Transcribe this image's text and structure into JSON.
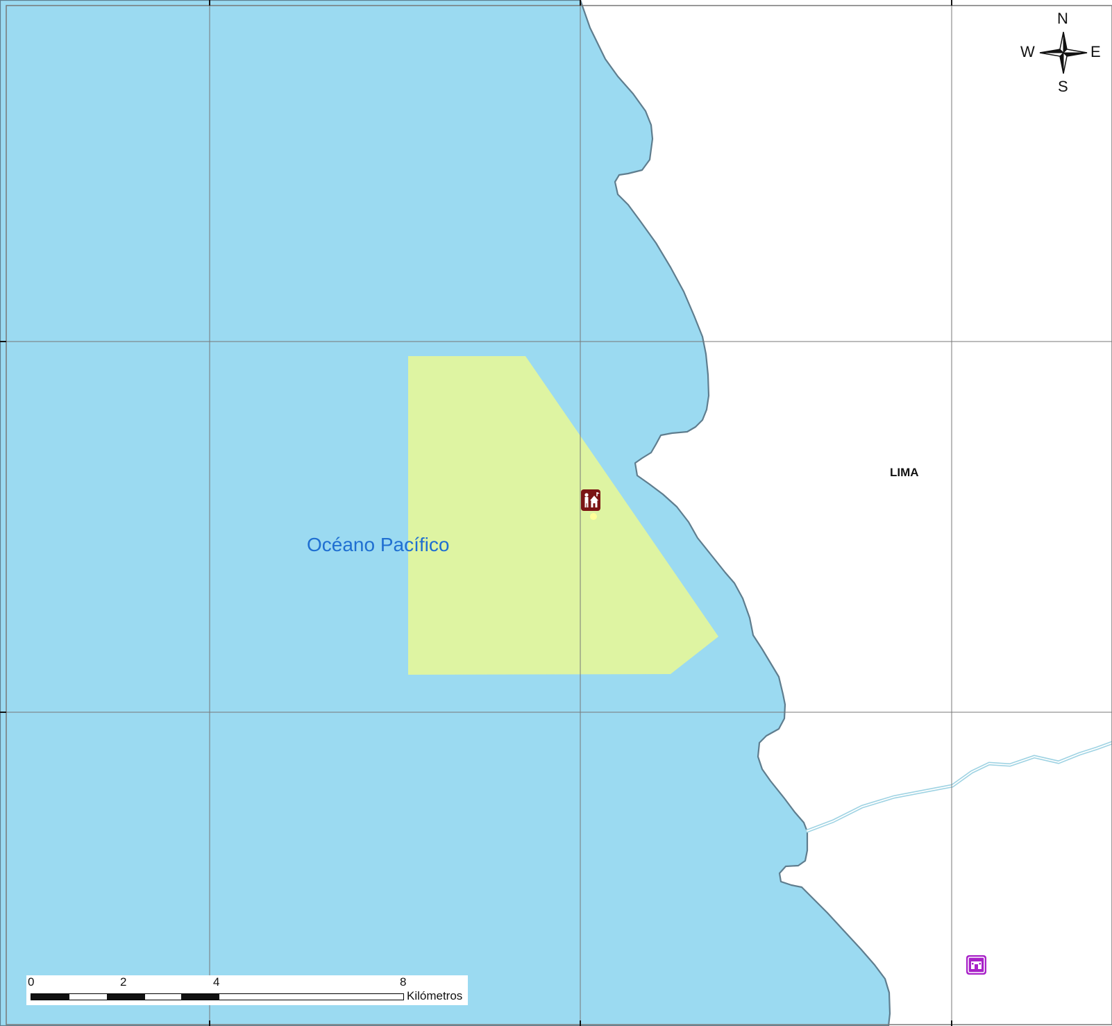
{
  "map": {
    "labels": {
      "ocean": "Océano Pacífico",
      "city": "LIMA"
    },
    "compass": {
      "north": "N",
      "south": "S",
      "east": "E",
      "west": "W"
    },
    "scale_bar": {
      "ticks": [
        "0",
        "2",
        "4",
        "8"
      ],
      "unit": "Kilómetros"
    },
    "colors": {
      "sea": "#9bdaf1",
      "land": "#ffffff",
      "coastline": "#5f7d8e",
      "highlight_zone": "#e1f59e",
      "grid": "#777777",
      "poi_primary": "#7a1414",
      "poi_secondary": "#a822c8",
      "river": "#9fd3e3"
    },
    "icons": {
      "poi_primary": "port-authority-icon",
      "poi_secondary": "building-icon",
      "compass": "compass-rose-icon"
    }
  }
}
